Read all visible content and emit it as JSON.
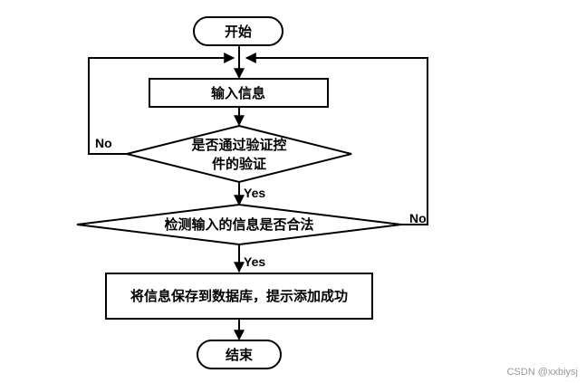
{
  "diagram": {
    "nodes": {
      "start": "开始",
      "input": "输入信息",
      "validate_line1": "是否通过验证控",
      "validate_line2": "件的验证",
      "check": "检测输入的信息是否合法",
      "save": "将信息保存到数据库，提示添加成功",
      "end": "结束"
    },
    "edges": {
      "validate_no": "No",
      "validate_yes": "Yes",
      "check_yes": "Yes",
      "check_no": "No"
    }
  },
  "watermark": "CSDN @xxbiysj",
  "colors": {
    "stroke": "#000000",
    "fill": "#ffffff",
    "watermark": "#9a9a9a"
  }
}
